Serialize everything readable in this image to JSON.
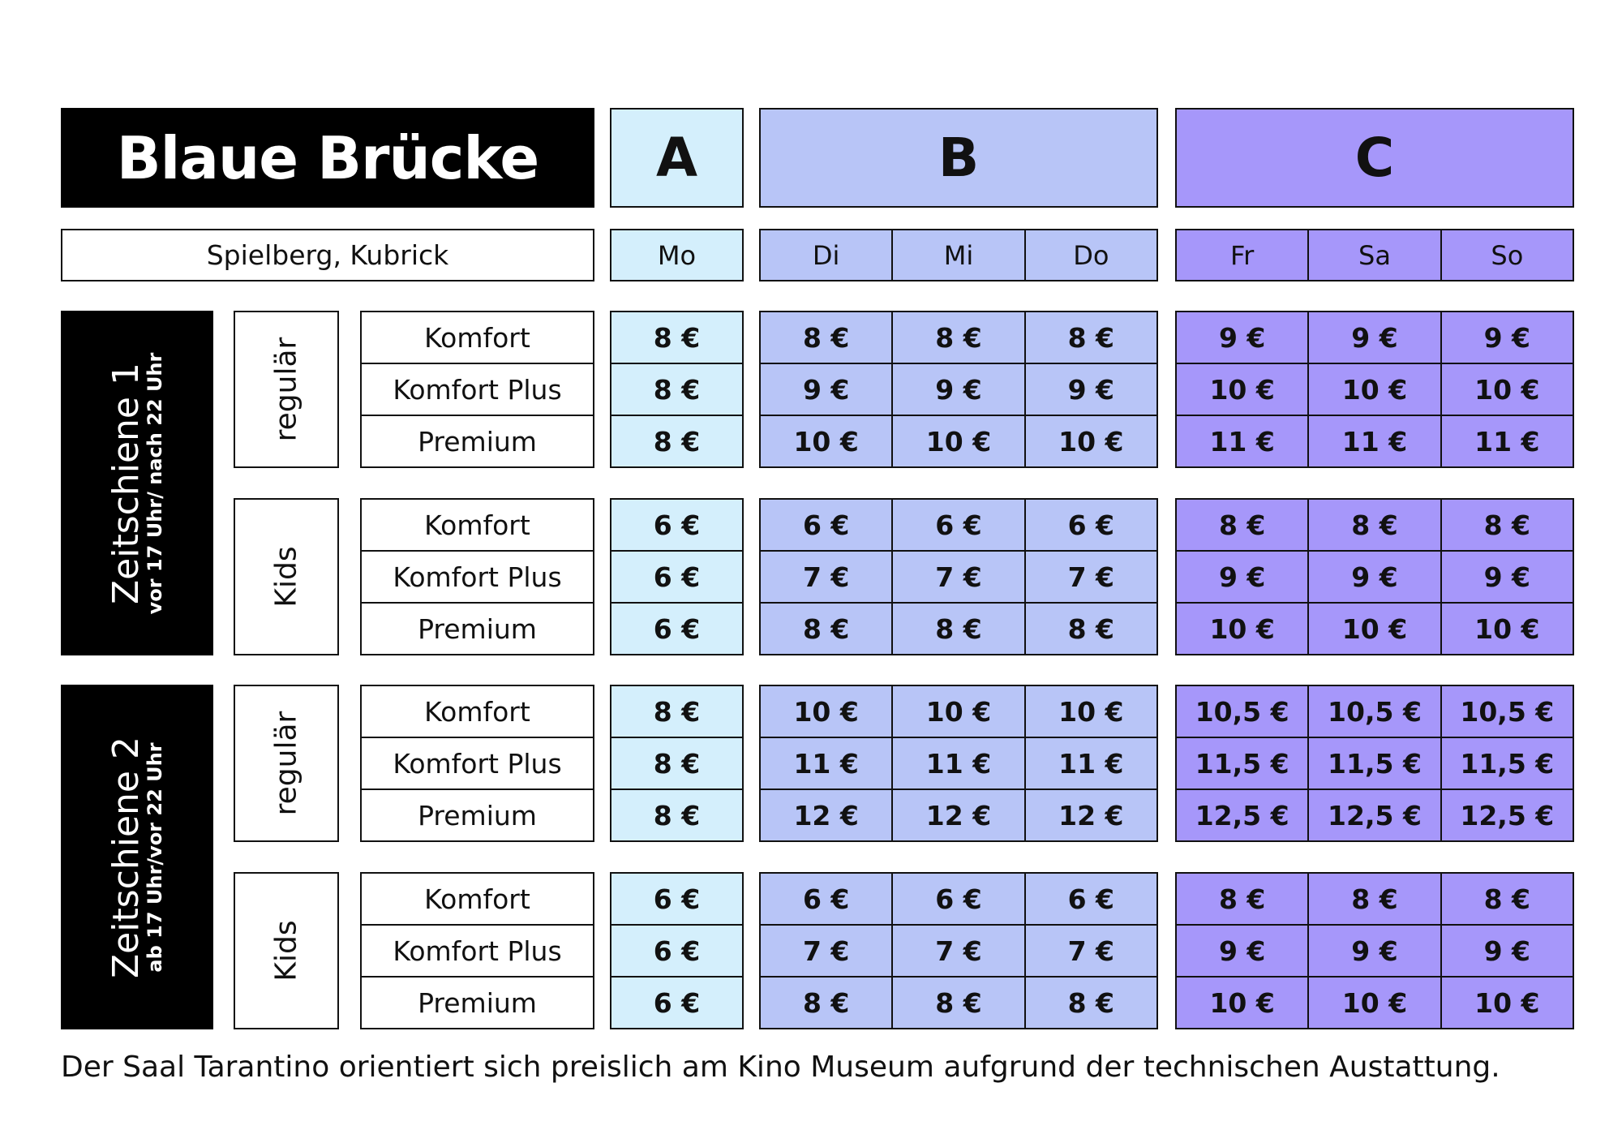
{
  "title": "Blaue Brücke",
  "subtitle": "Spielberg, Kubrick",
  "colors": {
    "A": "#d4effc",
    "B": "#b8c5f7",
    "C": "#a697fa",
    "black": "#000000"
  },
  "columns": [
    {
      "letter": "A",
      "days": [
        "Mo"
      ]
    },
    {
      "letter": "B",
      "days": [
        "Di",
        "Mi",
        "Do"
      ]
    },
    {
      "letter": "C",
      "days": [
        "Fr",
        "Sa",
        "So"
      ]
    }
  ],
  "time_slots": [
    {
      "label": "Zeitschiene 1",
      "sub": "vor 17 Uhr/ nach 22 Uhr",
      "groups": [
        {
          "label": "regulär",
          "categories": [
            "Komfort",
            "Komfort Plus",
            "Premium"
          ],
          "prices": {
            "A": [
              [
                "8 €"
              ],
              [
                "8 €"
              ],
              [
                "8 €"
              ]
            ],
            "B": [
              [
                "8 €",
                "8 €",
                "8 €"
              ],
              [
                "9 €",
                "9 €",
                "9 €"
              ],
              [
                "10 €",
                "10 €",
                "10 €"
              ]
            ],
            "C": [
              [
                "9 €",
                "9 €",
                "9 €"
              ],
              [
                "10 €",
                "10 €",
                "10 €"
              ],
              [
                "11 €",
                "11 €",
                "11 €"
              ]
            ]
          }
        },
        {
          "label": "Kids",
          "categories": [
            "Komfort",
            "Komfort Plus",
            "Premium"
          ],
          "prices": {
            "A": [
              [
                "6 €"
              ],
              [
                "6 €"
              ],
              [
                "6 €"
              ]
            ],
            "B": [
              [
                "6 €",
                "6 €",
                "6 €"
              ],
              [
                "7 €",
                "7 €",
                "7 €"
              ],
              [
                "8 €",
                "8 €",
                "8 €"
              ]
            ],
            "C": [
              [
                "8 €",
                "8 €",
                "8 €"
              ],
              [
                "9 €",
                "9 €",
                "9 €"
              ],
              [
                "10 €",
                "10 €",
                "10 €"
              ]
            ]
          }
        }
      ]
    },
    {
      "label": "Zeitschiene 2",
      "sub": "ab 17 Uhr/vor 22 Uhr",
      "groups": [
        {
          "label": "regulär",
          "categories": [
            "Komfort",
            "Komfort Plus",
            "Premium"
          ],
          "prices": {
            "A": [
              [
                "8 €"
              ],
              [
                "8 €"
              ],
              [
                "8 €"
              ]
            ],
            "B": [
              [
                "10 €",
                "10 €",
                "10 €"
              ],
              [
                "11 €",
                "11 €",
                "11 €"
              ],
              [
                "12 €",
                "12 €",
                "12 €"
              ]
            ],
            "C": [
              [
                "10,5 €",
                "10,5 €",
                "10,5 €"
              ],
              [
                "11,5 €",
                "11,5 €",
                "11,5 €"
              ],
              [
                "12,5 €",
                "12,5 €",
                "12,5 €"
              ]
            ]
          }
        },
        {
          "label": "Kids",
          "categories": [
            "Komfort",
            "Komfort Plus",
            "Premium"
          ],
          "prices": {
            "A": [
              [
                "6 €"
              ],
              [
                "6 €"
              ],
              [
                "6 €"
              ]
            ],
            "B": [
              [
                "6 €",
                "6 €",
                "6 €"
              ],
              [
                "7 €",
                "7 €",
                "7 €"
              ],
              [
                "8 €",
                "8 €",
                "8 €"
              ]
            ],
            "C": [
              [
                "8 €",
                "8 €",
                "8 €"
              ],
              [
                "9 €",
                "9 €",
                "9 €"
              ],
              [
                "10 €",
                "10 €",
                "10 €"
              ]
            ]
          }
        }
      ]
    }
  ],
  "footer": "Der Saal Tarantino orientiert sich preislich am Kino Museum aufgrund der technischen Austattung."
}
